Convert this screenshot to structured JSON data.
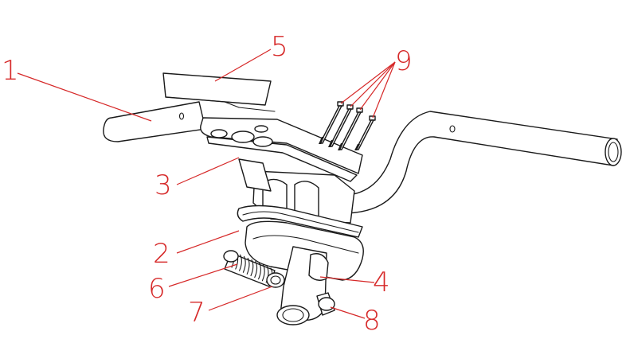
{
  "diagram": {
    "callouts": [
      {
        "id": "1",
        "label": "1"
      },
      {
        "id": "2",
        "label": "2"
      },
      {
        "id": "3",
        "label": "3"
      },
      {
        "id": "4",
        "label": "4"
      },
      {
        "id": "5",
        "label": "5"
      },
      {
        "id": "6",
        "label": "6"
      },
      {
        "id": "7",
        "label": "7"
      },
      {
        "id": "8",
        "label": "8"
      },
      {
        "id": "9",
        "label": "9"
      }
    ],
    "colors": {
      "line_art": "#1a1a1a",
      "callout": "#d62828",
      "background": "#ffffff"
    }
  }
}
